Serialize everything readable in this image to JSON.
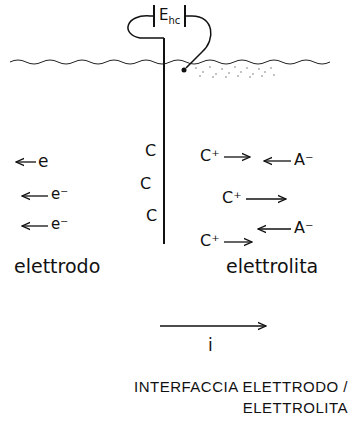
{
  "diagram": {
    "caption": "INTERFACCIA ELETTRODO / ELETTROLITA",
    "nodes": [
      {
        "text": [
          "E",
          "hc"
        ]
      }
    ],
    "labels": [
      "e",
      "C",
      "C⁺",
      "A⁻",
      "e⁻",
      "C",
      "C⁺",
      "e⁻",
      "C",
      "A⁻",
      "C⁺",
      "elettrodo",
      "elettrolita",
      "i"
    ]
  }
}
